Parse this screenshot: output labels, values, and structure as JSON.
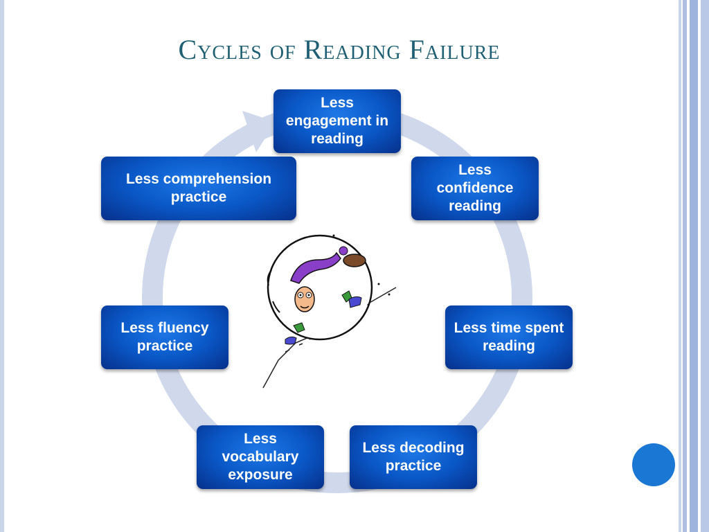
{
  "slide": {
    "title": "Cycles of Reading Failure"
  },
  "cycle": {
    "steps": [
      "Less engagement in reading",
      "Less confidence reading",
      "Less time spent reading",
      "Less decoding practice",
      "Less vocabulary exposure",
      "Less fluency practice",
      "Less comprehension practice"
    ]
  },
  "colors": {
    "title": "#1f5f73",
    "box": "#0a58c8",
    "ring": "#d0d9ec",
    "accent_circle": "#1a77d4"
  },
  "illustration": {
    "icon": "snowball-cartoon-icon"
  }
}
